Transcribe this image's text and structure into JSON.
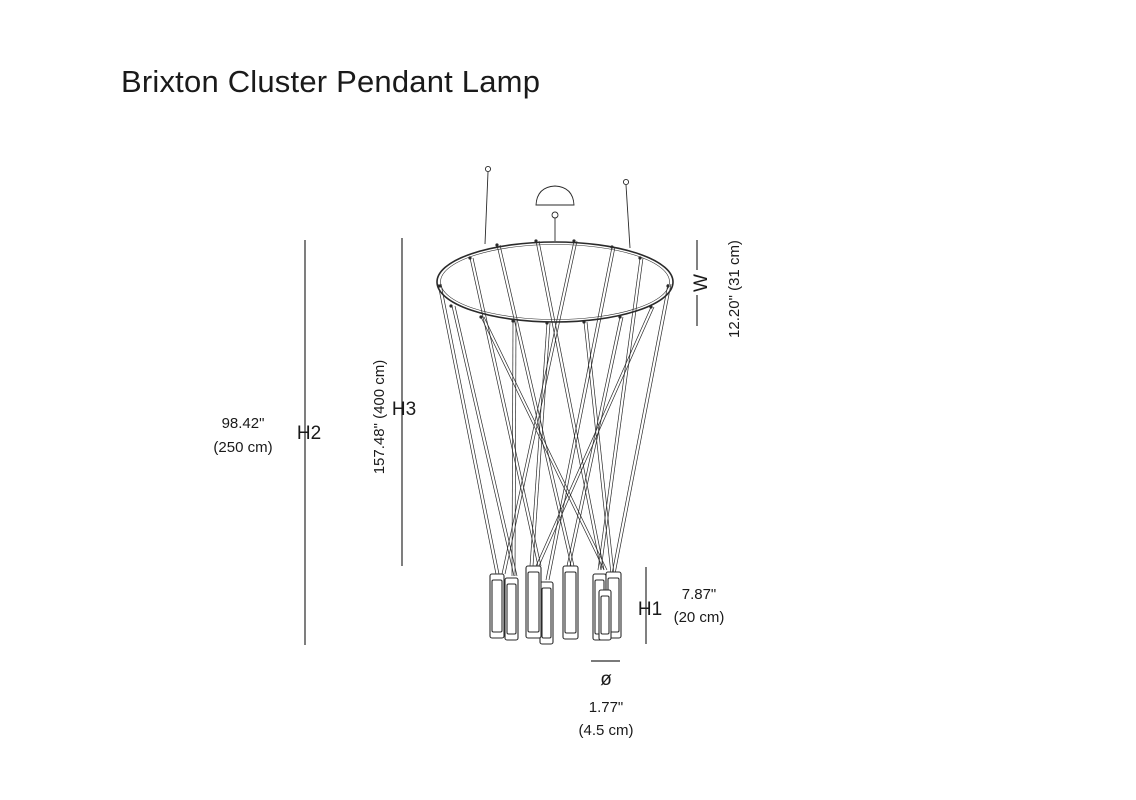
{
  "title": "Brixton Cluster Pendant Lamp",
  "colors": {
    "line": "#2a2a2a",
    "text": "#1a1a1a",
    "background": "#ffffff"
  },
  "dimensions": {
    "h2": {
      "label": "H2",
      "imperial": "98.42\"",
      "metric": "(250 cm)"
    },
    "h3": {
      "label": "H3",
      "value": "157.48\" (400 cm)"
    },
    "w": {
      "label": "W",
      "value": "12.20\" (31 cm)"
    },
    "h1": {
      "label": "H1",
      "imperial": "7.87\"",
      "metric": "(20 cm)"
    },
    "diameter": {
      "symbol": "ø",
      "imperial": "1.77\"",
      "metric": "(4.5 cm)"
    }
  }
}
